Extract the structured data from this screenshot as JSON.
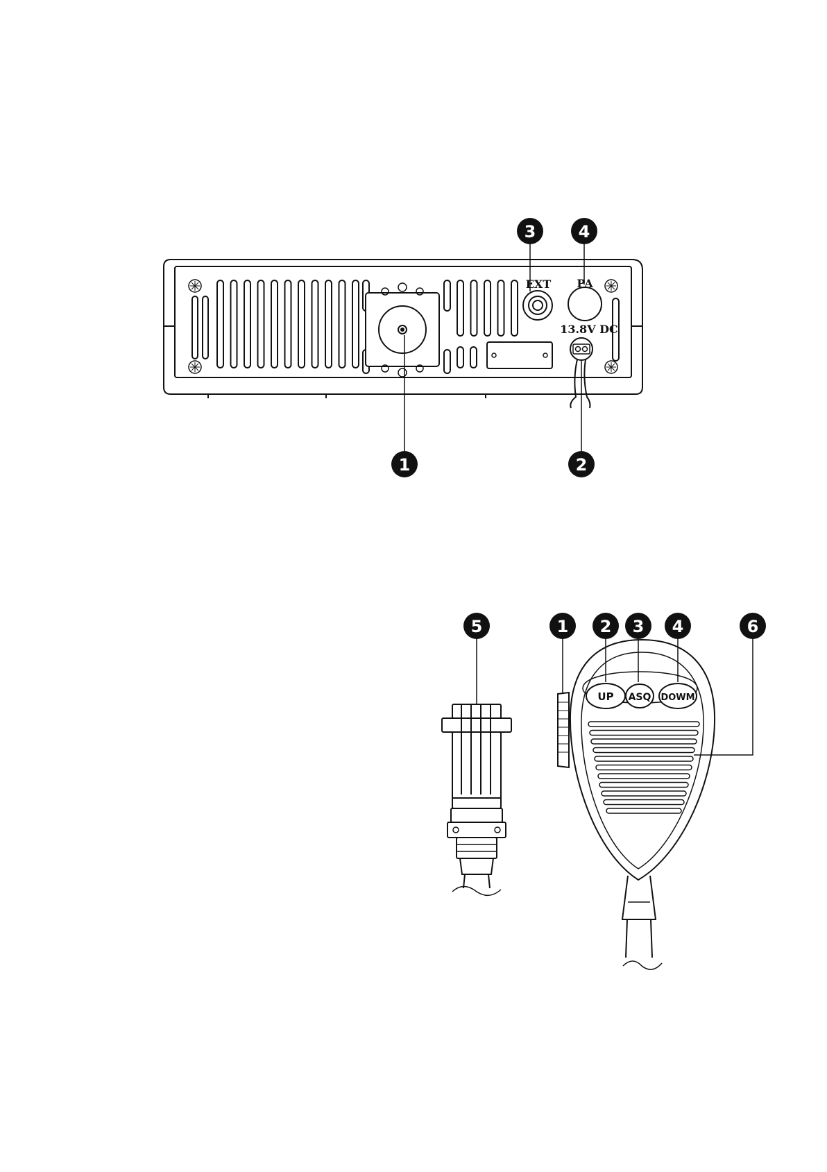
{
  "rear_panel": {
    "labels": {
      "ext": "EXT",
      "pa": "PA",
      "dc": "13.8V DC"
    },
    "callouts": [
      "1",
      "2",
      "3",
      "4"
    ]
  },
  "microphone": {
    "buttons": {
      "up": "UP",
      "asq": "ASQ",
      "down": "DOWM"
    },
    "callouts": [
      "5",
      "1",
      "2",
      "3",
      "4",
      "6"
    ]
  }
}
